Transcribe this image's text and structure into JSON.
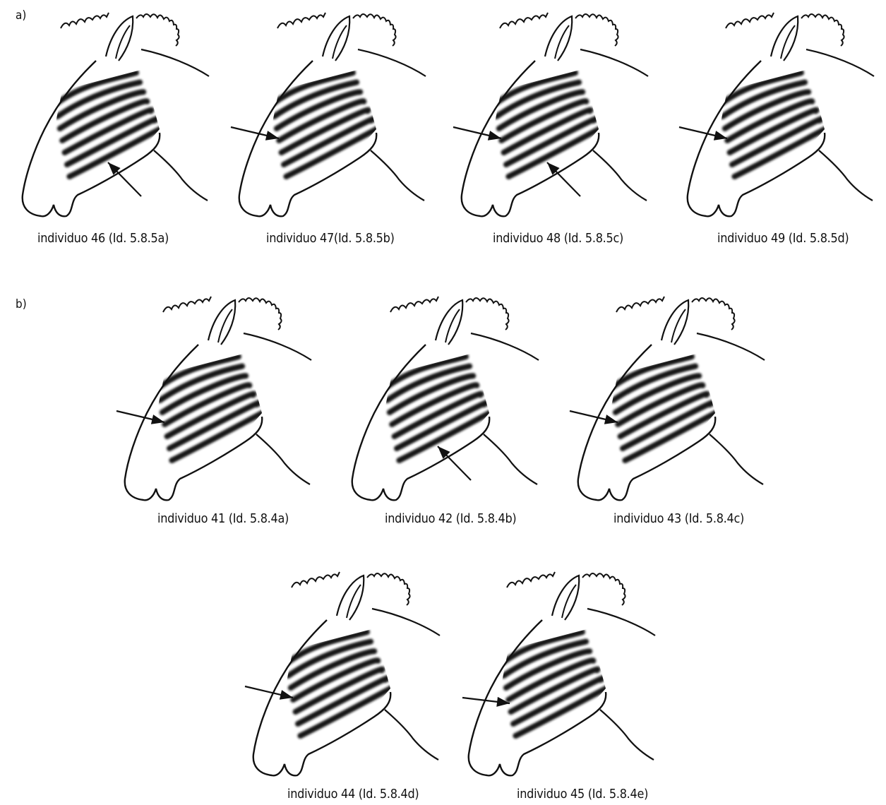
{
  "sections": {
    "a": {
      "label": "a)"
    },
    "b": {
      "label": "b)"
    }
  },
  "panels": [
    {
      "caption": "individuo 46 (Id. 5.8.5a)",
      "arrow": "throat",
      "icon": "zebra-head-icon"
    },
    {
      "caption": "individuo 47(Id. 5.8.5b)",
      "arrow": "front",
      "icon": "zebra-head-icon"
    },
    {
      "caption": "individuo 48 (Id. 5.8.5c)",
      "arrow": "both",
      "icon": "zebra-head-icon"
    },
    {
      "caption": "individuo 49 (Id. 5.8.5d)",
      "arrow": "front",
      "icon": "zebra-head-icon"
    },
    {
      "caption": "individuo 41 (Id. 5.8.4a)",
      "arrow": "front",
      "icon": "zebra-head-icon"
    },
    {
      "caption": "individuo 42 (Id. 5.8.4b)",
      "arrow": "throat",
      "icon": "zebra-head-icon"
    },
    {
      "caption": "individuo 43 (Id. 5.8.4c)",
      "arrow": "front",
      "icon": "zebra-head-icon"
    },
    {
      "caption": "individuo 44 (Id. 5.8.4d)",
      "arrow": "front",
      "icon": "zebra-head-icon"
    },
    {
      "caption": "individuo 45 (Id. 5.8.4e)",
      "arrow": "front-low",
      "icon": "zebra-head-icon"
    }
  ],
  "colors": {
    "outline": "#111111",
    "stripe": "#151515",
    "background": "#ffffff"
  }
}
